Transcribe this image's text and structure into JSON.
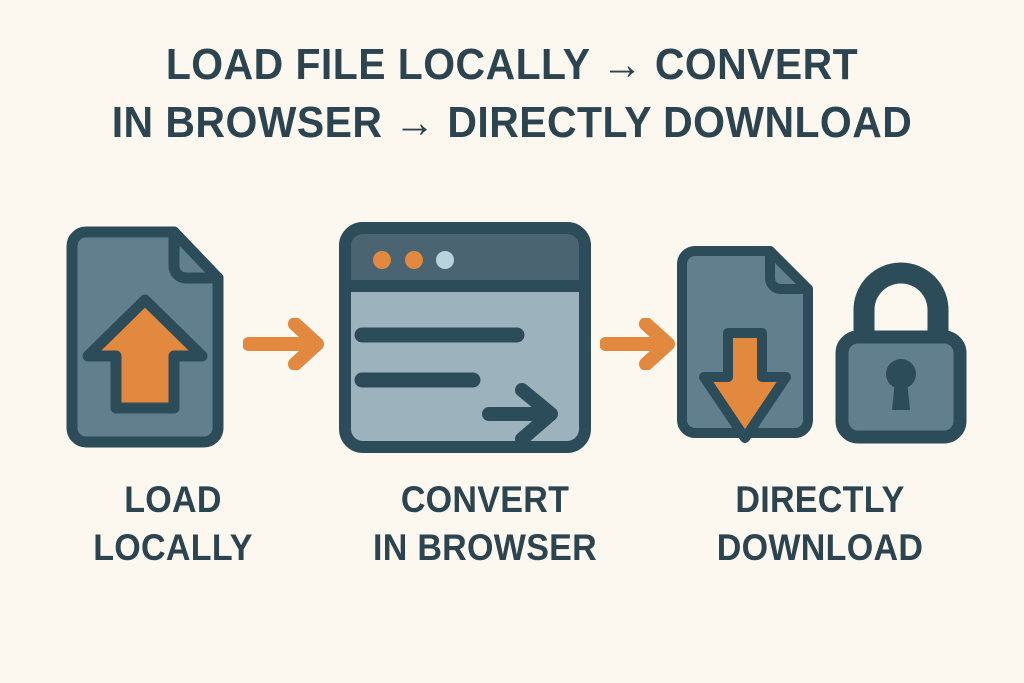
{
  "theme": {
    "background": "#fdf8ef",
    "ink": "#2b4450",
    "stroke": "#2d4c5a",
    "slate_fill": "#627f8e",
    "light_slate_fill": "#9cb3bd",
    "titlebar_fill": "#4a6472",
    "accent_orange": "#e2893f",
    "dot_blue": "#b9d2dc"
  },
  "heading": {
    "line1": "LOAD FILE LOCALLY → CONVERT",
    "line2": "IN BROWSER → DIRECTLY DOWNLOAD",
    "full_text": "LOAD FILE LOCALLY → CONVERT IN BROWSER → DIRECTLY DOWNLOAD"
  },
  "steps": [
    {
      "id": "load-locally",
      "icon": "file-upload-icon",
      "caption_line1": "LOAD",
      "caption_line2": "LOCALLY"
    },
    {
      "id": "convert-in-browser",
      "icon": "browser-window-icon",
      "caption_line1": "CONVERT",
      "caption_line2": "IN BROWSER",
      "window_dots": [
        "#e2893f",
        "#e2893f",
        "#b9d2dc"
      ]
    },
    {
      "id": "directly-download",
      "icon": "file-download-lock-icon",
      "caption_line1": "DIRECTLY",
      "caption_line2": "DOWNLOAD"
    }
  ],
  "connectors": [
    {
      "id": "arrow-1",
      "label": "→",
      "color": "#e2893f"
    },
    {
      "id": "arrow-2",
      "label": "→",
      "color": "#e2893f"
    }
  ]
}
